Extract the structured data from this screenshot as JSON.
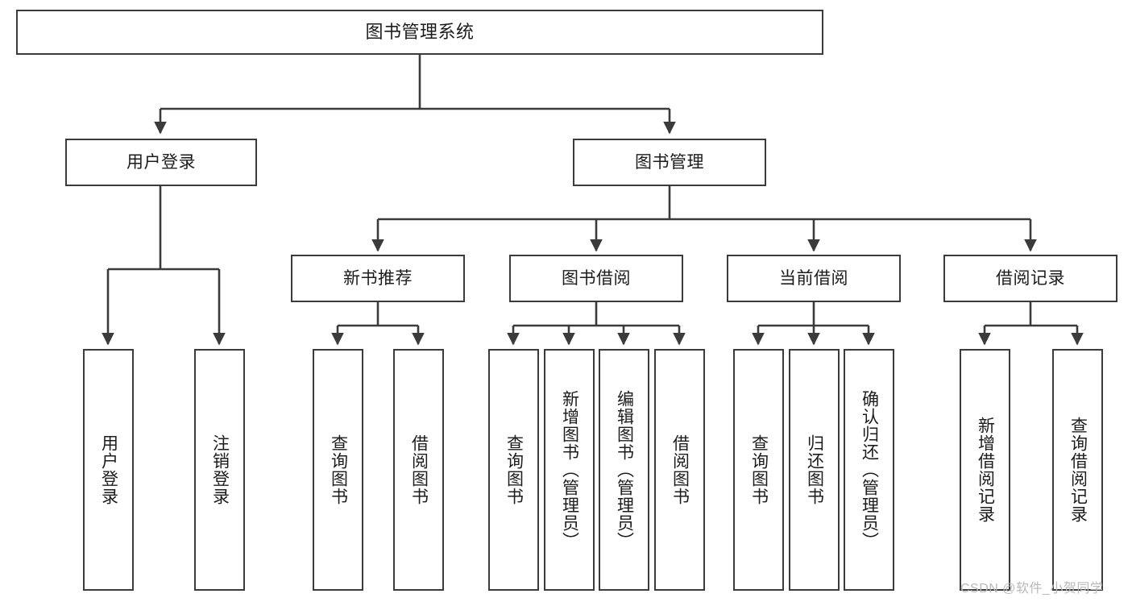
{
  "diagram": {
    "title": "图书管理系统",
    "type": "tree-hierarchy-chart",
    "watermark": "CSDN @软件_小贺同学",
    "colors": {
      "stroke": "#3b3b3b",
      "fill": "#ffffff",
      "text": "#1c1c1c",
      "watermark": "#b9b9b9"
    },
    "nodes": {
      "root": {
        "label": "图书管理系统"
      },
      "level1": [
        {
          "id": "user-login",
          "label": "用户登录"
        },
        {
          "id": "book-manage",
          "label": "图书管理"
        }
      ],
      "level2": [
        {
          "id": "new-book-rec",
          "label": "新书推荐"
        },
        {
          "id": "book-borrow",
          "label": "图书借阅"
        },
        {
          "id": "current-borrow",
          "label": "当前借阅"
        },
        {
          "id": "borrow-record",
          "label": "借阅记录"
        }
      ],
      "leaves": {
        "user-login": [
          {
            "id": "leaf-user-login",
            "label": "用户登录"
          },
          {
            "id": "leaf-logout",
            "label": "注销登录"
          }
        ],
        "new-book-rec": [
          {
            "id": "leaf-query-book-1",
            "label": "查询图书"
          },
          {
            "id": "leaf-borrow-book-1",
            "label": "借阅图书"
          }
        ],
        "book-borrow": [
          {
            "id": "leaf-query-book-2",
            "label": "查询图书"
          },
          {
            "id": "leaf-add-book",
            "label": "新增图书（管理员）"
          },
          {
            "id": "leaf-edit-book",
            "label": "编辑图书（管理员）"
          },
          {
            "id": "leaf-borrow-book-2",
            "label": "借阅图书"
          }
        ],
        "current-borrow": [
          {
            "id": "leaf-query-book-3",
            "label": "查询图书"
          },
          {
            "id": "leaf-return-book",
            "label": "归还图书"
          },
          {
            "id": "leaf-confirm-return",
            "label": "确认归还（管理员）"
          }
        ],
        "borrow-record": [
          {
            "id": "leaf-add-record",
            "label": "新增借阅记录"
          },
          {
            "id": "leaf-query-record",
            "label": "查询借阅记录"
          }
        ]
      }
    }
  }
}
